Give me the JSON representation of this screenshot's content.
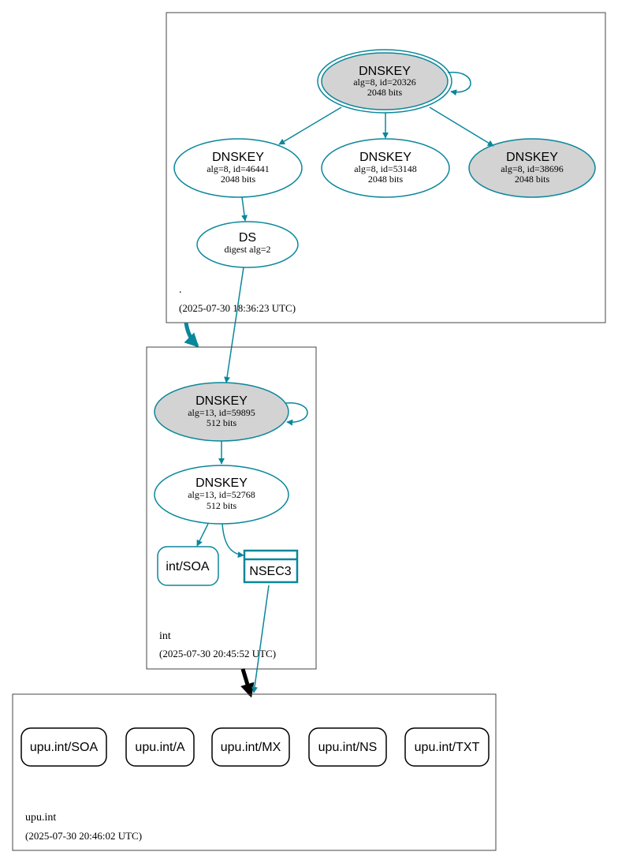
{
  "colors": {
    "dnssec_edge": "#0a879a",
    "insecure_edge": "#000000",
    "ksk_fill": "#d3d3d3",
    "node_fill": "#ffffff",
    "zone_border": "#444444",
    "rrset_border": "#000000"
  },
  "zones": {
    "root": {
      "name": ".",
      "timestamp": "(2025-07-30 18:36:23 UTC)",
      "ksk": {
        "title": "DNSKEY",
        "detail": "alg=8, id=20326",
        "size": "2048 bits"
      },
      "zsk_a": {
        "title": "DNSKEY",
        "detail": "alg=8, id=46441",
        "size": "2048 bits"
      },
      "zsk_b": {
        "title": "DNSKEY",
        "detail": "alg=8, id=53148",
        "size": "2048 bits"
      },
      "zsk_c": {
        "title": "DNSKEY",
        "detail": "alg=8, id=38696",
        "size": "2048 bits"
      },
      "ds": {
        "title": "DS",
        "detail": "digest alg=2"
      }
    },
    "int": {
      "name": "int",
      "timestamp": "(2025-07-30 20:45:52 UTC)",
      "ksk": {
        "title": "DNSKEY",
        "detail": "alg=13, id=59895",
        "size": "512 bits"
      },
      "zsk": {
        "title": "DNSKEY",
        "detail": "alg=13, id=52768",
        "size": "512 bits"
      },
      "soa": "int/SOA",
      "nsec3": "NSEC3"
    },
    "upu": {
      "name": "upu.int",
      "timestamp": "(2025-07-30 20:46:02 UTC)",
      "rrsets": [
        "upu.int/SOA",
        "upu.int/A",
        "upu.int/MX",
        "upu.int/NS",
        "upu.int/TXT"
      ]
    }
  }
}
